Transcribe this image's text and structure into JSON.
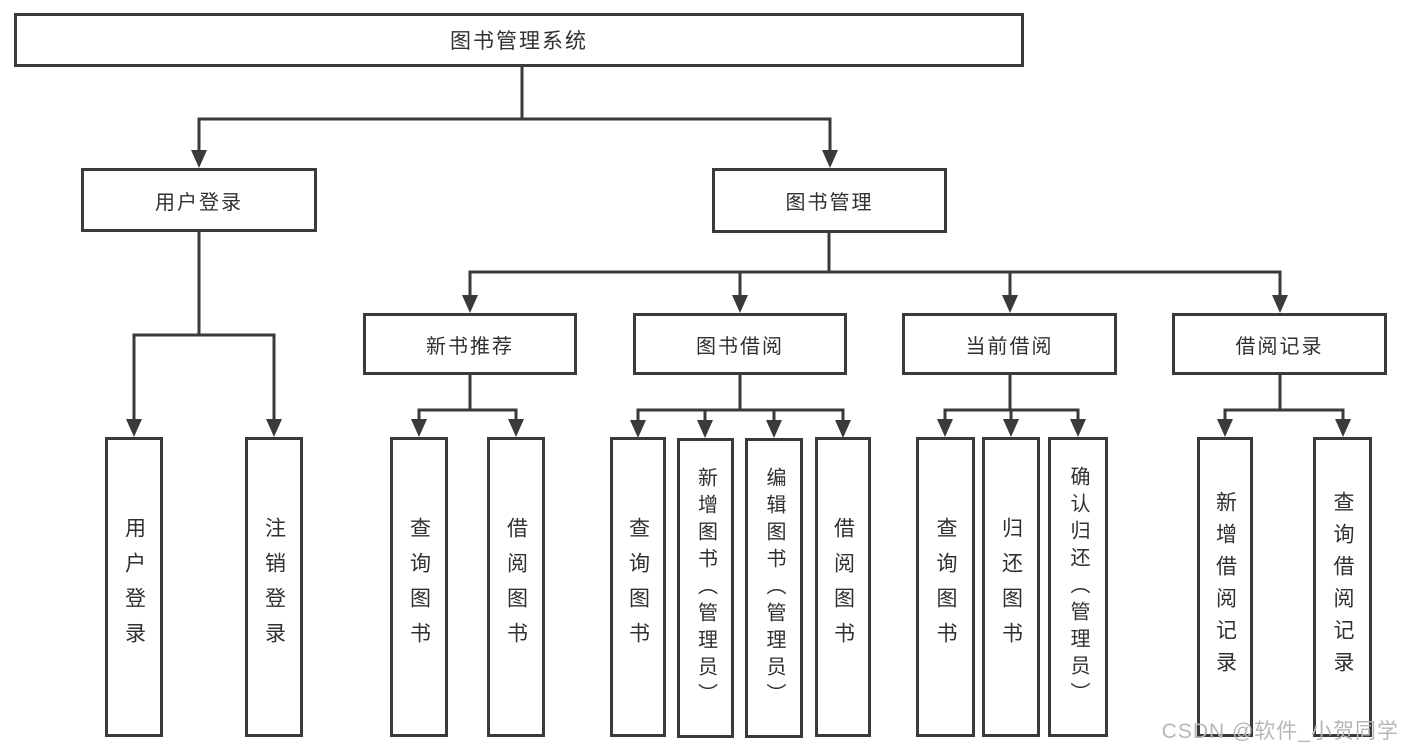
{
  "tree": {
    "label": "图书管理系统",
    "children": [
      {
        "label": "用户登录",
        "children": [
          {
            "label": "用户登录"
          },
          {
            "label": "注销登录"
          }
        ]
      },
      {
        "label": "图书管理",
        "children": [
          {
            "label": "新书推荐",
            "children": [
              {
                "label": "查询图书"
              },
              {
                "label": "借阅图书"
              }
            ]
          },
          {
            "label": "图书借阅",
            "children": [
              {
                "label": "查询图书"
              },
              {
                "label": "新增图书（管理员）"
              },
              {
                "label": "编辑图书（管理员）"
              },
              {
                "label": "借阅图书"
              }
            ]
          },
          {
            "label": "当前借阅",
            "children": [
              {
                "label": "查询图书"
              },
              {
                "label": "归还图书"
              },
              {
                "label": "确认归还（管理员）"
              }
            ]
          },
          {
            "label": "借阅记录",
            "children": [
              {
                "label": "新增借阅记录"
              },
              {
                "label": "查询借阅记录"
              }
            ]
          }
        ]
      }
    ]
  },
  "watermark": {
    "text": "CSDN @软件_小贺同学"
  },
  "colors": {
    "line": "#3a3a3a",
    "text": "#303030",
    "watermark": "#b7b7b7",
    "background": "#ffffff"
  }
}
